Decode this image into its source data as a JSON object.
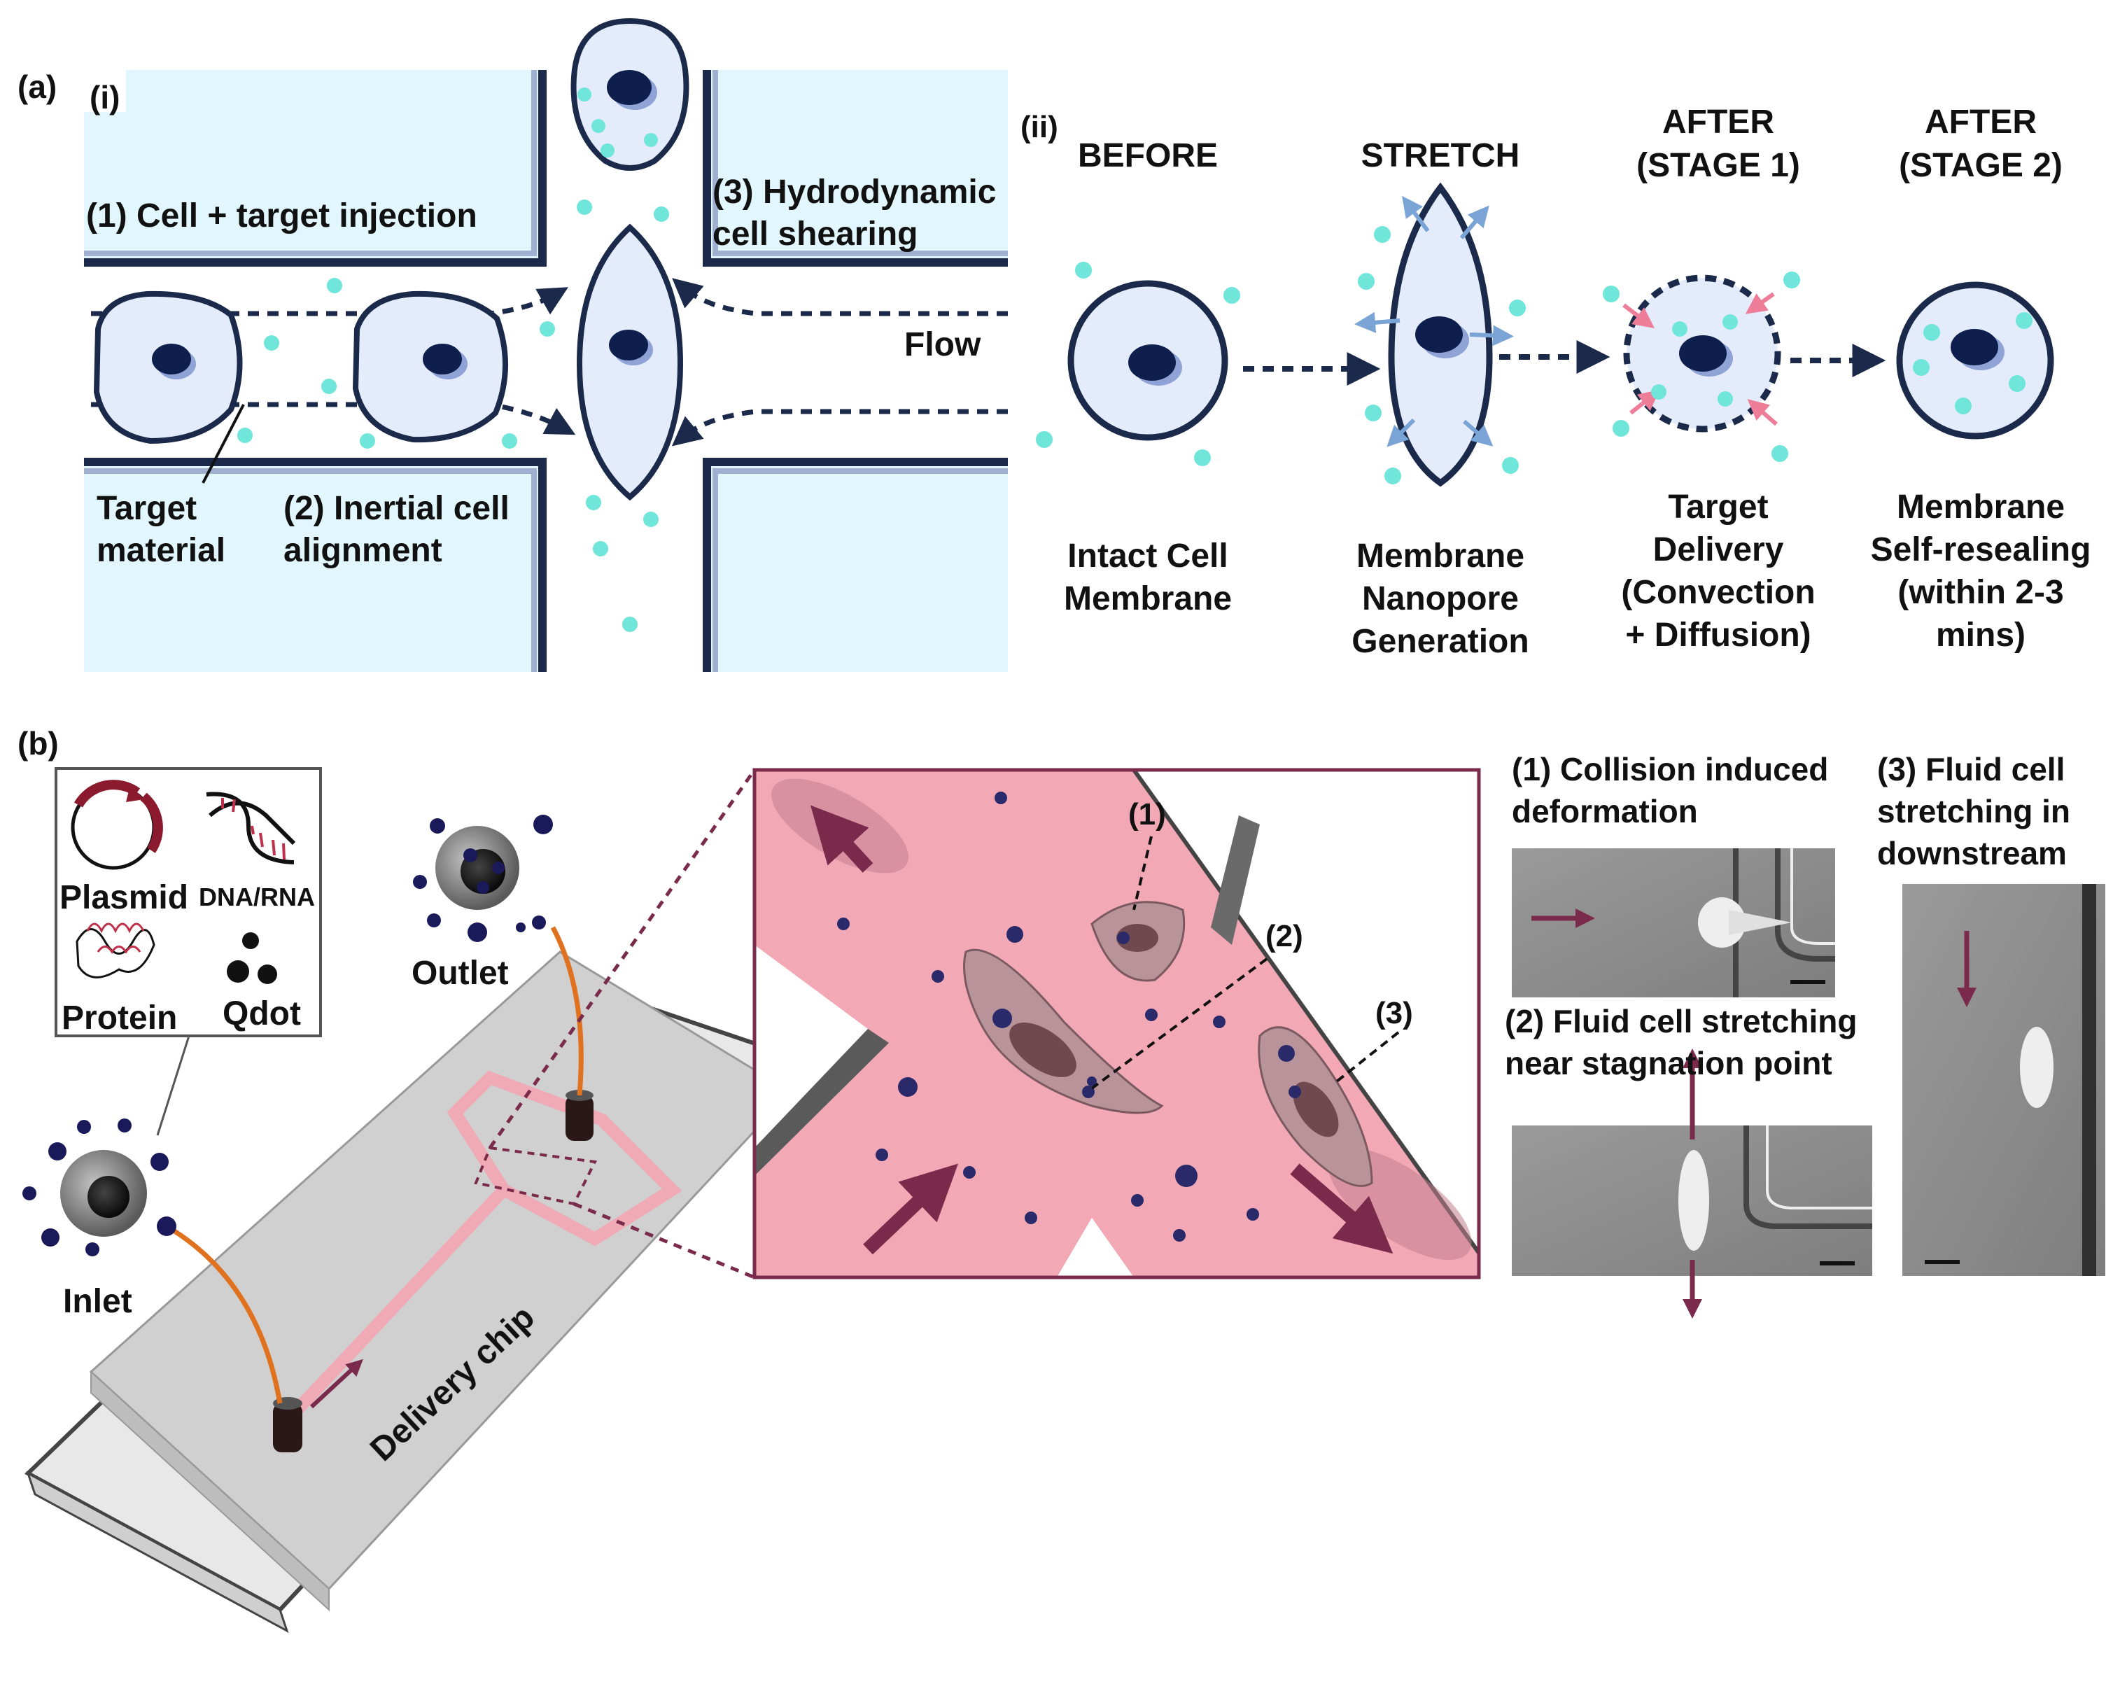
{
  "panel_a": {
    "label": "(a)",
    "sub_i": {
      "label": "(i)",
      "step1": "(1) Cell + target injection",
      "step2_line1": "(2) Inertial cell",
      "step2_line2": "alignment",
      "step3_line1": "(3) Hydrodynamic",
      "step3_line2": "cell shearing",
      "target_line1": "Target",
      "target_line2": "material",
      "flow": "Flow"
    },
    "sub_ii": {
      "label": "(ii)",
      "stages": [
        {
          "title": [
            "",
            "BEFORE"
          ],
          "caption": [
            "Intact Cell",
            "Membrane",
            ""
          ]
        },
        {
          "title": [
            "",
            "STRETCH"
          ],
          "caption": [
            "Membrane",
            "Nanopore",
            "Generation"
          ]
        },
        {
          "title": [
            "AFTER",
            "(STAGE 1)"
          ],
          "caption": [
            "Target",
            "Delivery",
            "(Convection",
            "+ Diffusion)"
          ]
        },
        {
          "title": [
            "AFTER",
            "(STAGE 2)"
          ],
          "caption": [
            "Membrane",
            "Self-resealing",
            "(within 2-3",
            "mins)"
          ]
        }
      ]
    }
  },
  "panel_b": {
    "label": "(b)",
    "legend": {
      "plasmid": "Plasmid",
      "dna": "DNA/RNA",
      "protein": "Protein",
      "qdot": "Qdot"
    },
    "inlet": "Inlet",
    "outlet": "Outlet",
    "chip": "Delivery chip",
    "zoom_labels": [
      "(1)",
      "(2)",
      "(3)"
    ],
    "micro": {
      "p1_line1": "(1) Collision induced",
      "p1_line2": "deformation",
      "p2_line1": "(2) Fluid cell stretching",
      "p2_line2": "near stagnation point",
      "p3_line1": "(3) Fluid cell",
      "p3_line2": "stretching in",
      "p3_line3": "downstream"
    }
  },
  "colors": {
    "channel": "#e2f7fd",
    "wall": "#1b2a4a",
    "cell": "#e4ecfb",
    "nucleus": "#0e1f4d",
    "particle": "#6fe6d9",
    "pink": "#f0aab5",
    "maroon": "#7a2a4a",
    "arrow_blue": "#7aa3d6",
    "arrow_pink": "#ee7d99"
  }
}
